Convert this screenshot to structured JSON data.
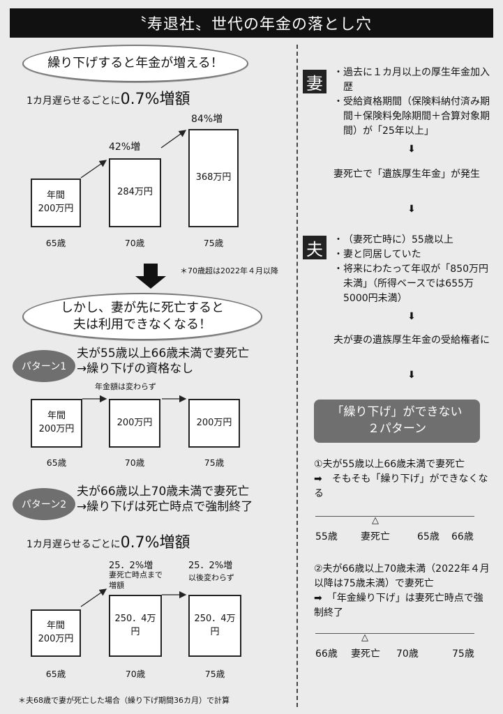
{
  "title": "〝寿退社〟世代の年金の落とし穴",
  "left": {
    "ellipse1": "繰り下げすると年金が増える！",
    "rate_line_prefix": "1カ月遅らせるごとに",
    "rate_line_value": "0.7%増額",
    "chart1": {
      "boxes": [
        "年間\n200万円",
        "284万円",
        "368万円"
      ],
      "ages": [
        "65歳",
        "70歳",
        "75歳"
      ],
      "increases": [
        "42%増",
        "84%増"
      ],
      "note": "＊70歳超は2022年４月以降"
    },
    "ellipse2": "しかし、妻が先に死亡すると\n夫は利用できなくなる！",
    "pattern1": {
      "label": "パターン1",
      "title": "夫が55歳以上66歳未満で妻死亡\n→繰り下げの資格なし",
      "caption": "年金額は変わらず",
      "boxes": [
        "年間\n200万円",
        "200万円",
        "200万円"
      ],
      "ages": [
        "65歳",
        "70歳",
        "75歳"
      ]
    },
    "pattern2": {
      "label": "パターン2",
      "title": "夫が66歳以上70歳未満で妻死亡\n→繰り下げは死亡時点で強制終了",
      "rate_line_prefix": "1カ月遅らせるごとに",
      "rate_line_value": "0.7%増額",
      "increase1": "25．2%増",
      "increase1_sub": "妻死亡時点まで\n増額",
      "increase2": "25．2%増",
      "increase2_sub": "以後変わらず",
      "boxes": [
        "年間\n200万円",
        "250．4万円",
        "250．4万円"
      ],
      "ages": [
        "65歳",
        "70歳",
        "75歳"
      ]
    },
    "footnote": "＊夫68歳で妻が死亡した場合（繰り下げ期間36カ月）で計算"
  },
  "right": {
    "wife_kanji": "妻",
    "wife_items": [
      "過去に１カ月以上の厚生年金加入歴",
      "受給資格期間（保険料納付済み期間＋保険料免除期間＋合算対象期間）が「25年以上」"
    ],
    "wife_result": "妻死亡で「遺族厚生年金」が発生",
    "husband_kanji": "夫",
    "husband_items": [
      "（妻死亡時に）55歳以上",
      "妻と同居していた",
      "将来にわたって年収が「850万円未満」（所得ベースでは655万5000円未満）"
    ],
    "husband_result": "夫が妻の遺族厚生年金の受給権者に",
    "gray_box_line1": "「繰り下げ」ができない",
    "gray_box_line2": "２パターン",
    "case1": "①夫が55歳以上66歳未満で妻死亡\n➡　そもそも「繰り下げ」ができなくなる",
    "case1_timeline": [
      "55歳",
      "妻死亡",
      "65歳",
      "66歳"
    ],
    "case2": "②夫が66歳以上70歳未満（2022年４月以降は75歳未満）で妻死亡\n➡　「年金繰り下げ」は妻死亡時点で強制終了",
    "case2_timeline": [
      "66歳",
      "妻死亡",
      "70歳",
      "75歳"
    ],
    "triangle": "△",
    "down_arrow": "⬇"
  }
}
